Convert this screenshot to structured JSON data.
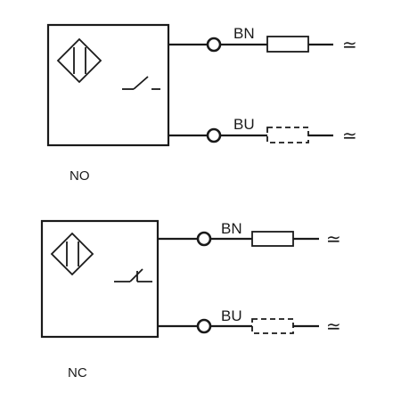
{
  "circuits": [
    {
      "type_label": "NO",
      "wires": [
        {
          "label": "BN",
          "load": "solid",
          "supply_symbol": "≃"
        },
        {
          "label": "BU",
          "load": "dashed",
          "supply_symbol": "≃"
        }
      ]
    },
    {
      "type_label": "NC",
      "wires": [
        {
          "label": "BN",
          "load": "solid",
          "supply_symbol": "≃"
        },
        {
          "label": "BU",
          "load": "dashed",
          "supply_symbol": "≃"
        }
      ]
    }
  ],
  "icons": {
    "sensor": "inductive-sensor-icon",
    "no_contact": "normally-open-contact-icon",
    "nc_contact": "normally-closed-contact-icon",
    "terminal": "terminal-icon",
    "load": "load-resistor-icon"
  },
  "colors": {
    "line": "#1a1a1a",
    "background": "#ffffff"
  }
}
